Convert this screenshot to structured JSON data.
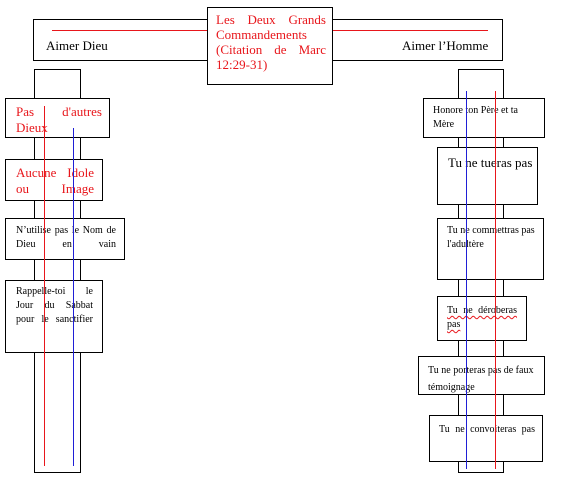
{
  "title": "Les Deux Grands Commandements (Citation de Marc 12:29-31)",
  "left_label": "Aimer Dieu",
  "right_label": "Aimer l’Homme",
  "left_commandments": [
    "Pas d'autres Dieux",
    "Aucune Idole ou Image",
    "N’utilise pas le Nom de Dieu en vain",
    "Rappelle-toi le Jour du Sabbat pour le sanctifier"
  ],
  "right_commandments": [
    "Honore ton Père et ta Mère",
    "Tu ne tueras pas",
    "Tu ne commettras pas l'adultère",
    "Tu ne déroberas pas",
    "Tu ne porteras pas de faux témoignage",
    "Tu ne convoiteras pas"
  ],
  "colors": {
    "red": "#e8161b",
    "blue": "#1f1fd6",
    "border": "#000000"
  }
}
